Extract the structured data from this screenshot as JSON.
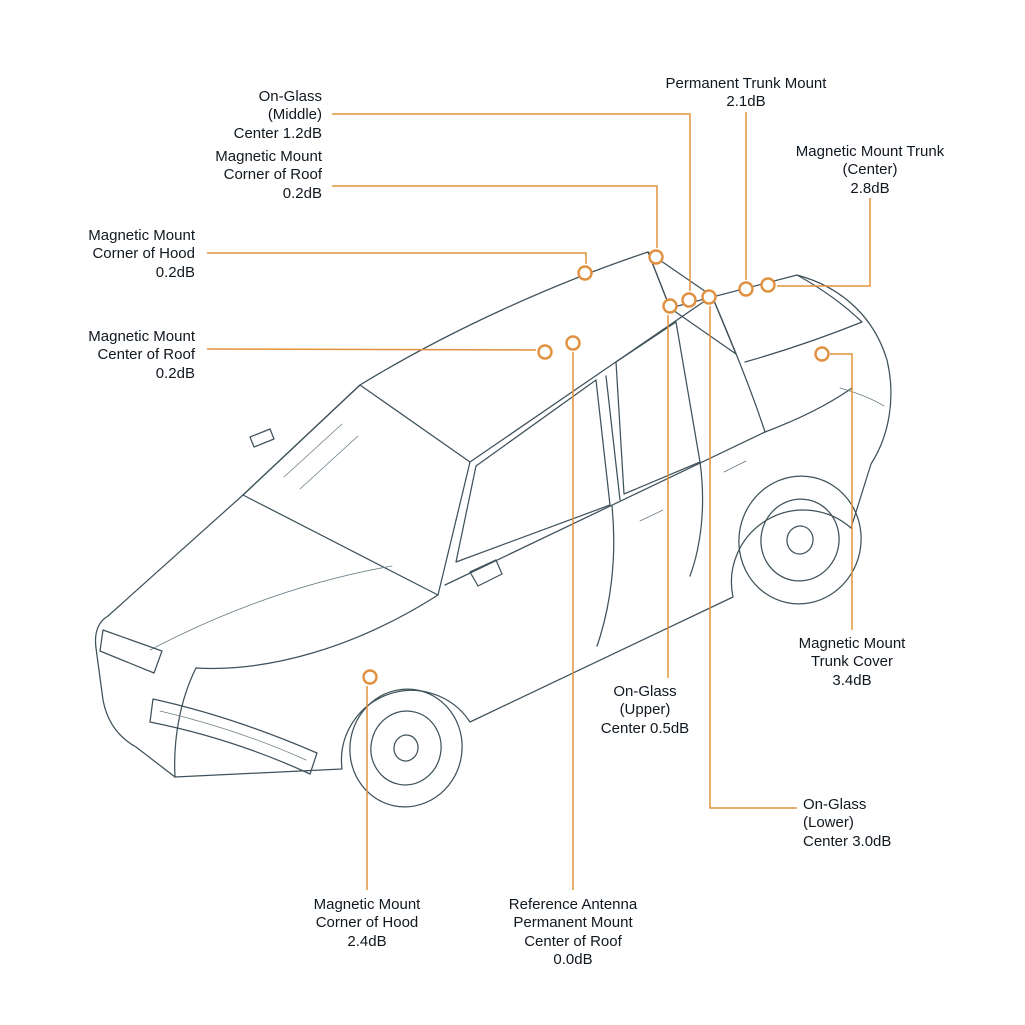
{
  "diagram": {
    "subject": "car-antenna-mounting-gain-comparison",
    "colors": {
      "accent": "#e0903f",
      "car_line": "#3f525c",
      "text": "#101820",
      "background": "#ffffff"
    }
  },
  "annotations": [
    {
      "id": "on-glass-middle",
      "text": "On-Glass\n(Middle)\nCenter 1.2dB",
      "gain_db": 1.2
    },
    {
      "id": "magnetic-corner-roof",
      "text": "Magnetic Mount\nCorner of Roof\n0.2dB",
      "gain_db": 0.2
    },
    {
      "id": "magnetic-corner-hood-1",
      "text": "Magnetic Mount\nCorner of Hood\n0.2dB",
      "gain_db": 0.2
    },
    {
      "id": "magnetic-center-roof",
      "text": "Magnetic Mount\nCenter of Roof\n0.2dB",
      "gain_db": 0.2
    },
    {
      "id": "permanent-trunk-mount",
      "text": "Permanent Trunk Mount\n2.1dB",
      "gain_db": 2.1
    },
    {
      "id": "magnetic-trunk-center",
      "text": "Magnetic Mount Trunk\n(Center)\n2.8dB",
      "gain_db": 2.8
    },
    {
      "id": "magnetic-trunk-cover",
      "text": "Magnetic Mount\nTrunk Cover\n3.4dB",
      "gain_db": 3.4
    },
    {
      "id": "on-glass-upper",
      "text": "On-Glass\n(Upper)\nCenter 0.5dB",
      "gain_db": 0.5
    },
    {
      "id": "on-glass-lower",
      "text": "On-Glass\n(Lower)\nCenter 3.0dB",
      "gain_db": 3.0
    },
    {
      "id": "magnetic-corner-hood-2",
      "text": "Magnetic Mount\nCorner of Hood\n2.4dB",
      "gain_db": 2.4
    },
    {
      "id": "reference-antenna",
      "text": "Reference Antenna\nPermanent Mount\nCenter of Roof\n0.0dB",
      "gain_db": 0.0
    }
  ]
}
